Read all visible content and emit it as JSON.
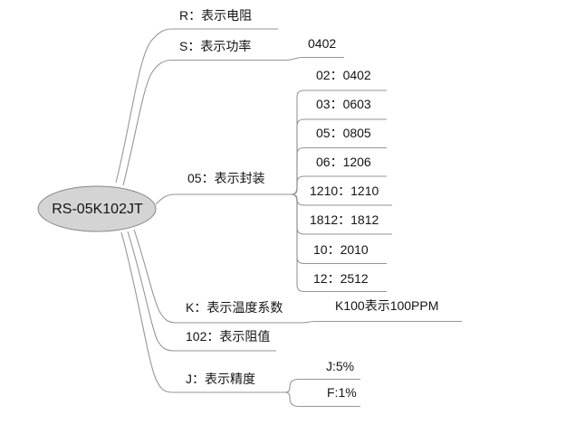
{
  "root": {
    "label": "RS-05K102JT"
  },
  "branches": [
    {
      "label": "R：表示电阻",
      "children": []
    },
    {
      "label": "S：表示功率",
      "children": [
        {
          "label": "0402"
        }
      ]
    },
    {
      "label": "05：表示封装",
      "children": [
        {
          "label": "02：0402"
        },
        {
          "label": "03：0603"
        },
        {
          "label": "05：0805"
        },
        {
          "label": "06：1206"
        },
        {
          "label": "1210：1210"
        },
        {
          "label": "1812：1812"
        },
        {
          "label": "10：2010"
        },
        {
          "label": "12：2512"
        }
      ]
    },
    {
      "label": "K：表示温度系数",
      "children": [
        {
          "label": "K100表示100PPM"
        }
      ]
    },
    {
      "label": "102：表示阻值",
      "children": []
    },
    {
      "label": "J：表示精度",
      "children": [
        {
          "label": "J:5%"
        },
        {
          "label": "F:1%"
        }
      ]
    }
  ],
  "colors": {
    "background": "#ffffff",
    "line": "#969696",
    "node_fill": "#d4d4d4",
    "node_border": "#858585",
    "text": "#141414"
  }
}
